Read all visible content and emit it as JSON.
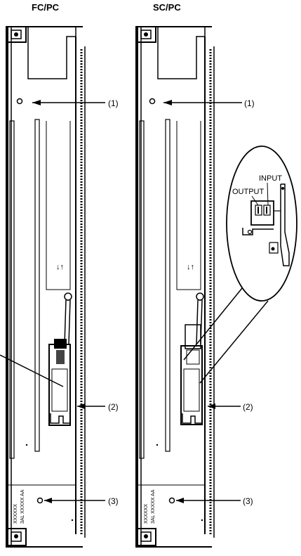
{
  "diagram": {
    "left_label": "FC/PC",
    "right_label": "SC/PC",
    "callout_1": "(1)",
    "callout_2": "(2)",
    "callout_3": "(3)",
    "detail_input": "INPUT",
    "detail_output": "OUTPUT",
    "board_text_line1": "XXXXXX",
    "board_text_line2": "3AL XXXXX AA"
  }
}
